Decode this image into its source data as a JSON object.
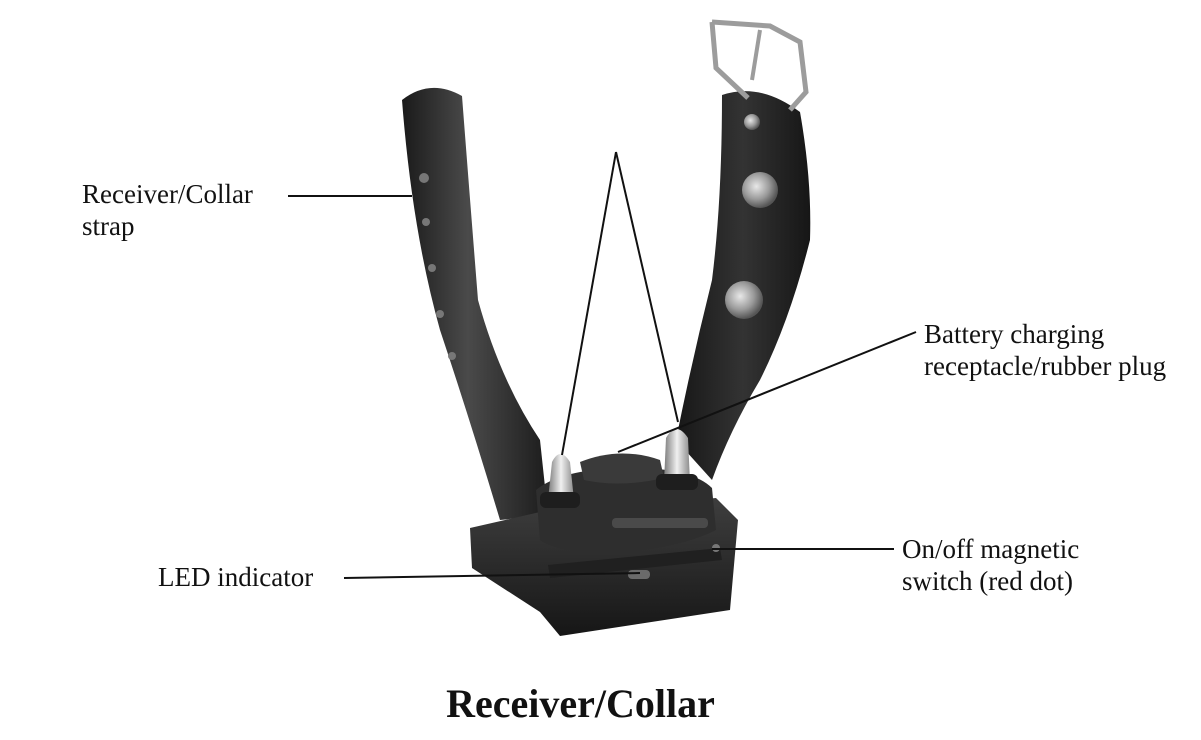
{
  "labels": {
    "strap": {
      "line1": "Receiver/Collar",
      "line2": "strap"
    },
    "battery": {
      "line1": "Battery charging",
      "line2": "receptacle/rubber plug"
    },
    "led": {
      "line1": "LED indicator"
    },
    "switch": {
      "line1": "On/off magnetic",
      "line2": "switch (red dot)"
    }
  },
  "caption": "Receiver/Collar",
  "colors": {
    "ink": "#111111",
    "strap": "#262626",
    "strap_highlight": "#4a4a4a",
    "housing": "#2c2c2c",
    "metal": "#bdbdbd"
  },
  "icons": [
    "buckle-icon",
    "rivet-icon",
    "contact-point-icon",
    "led-icon",
    "red-dot-icon"
  ]
}
